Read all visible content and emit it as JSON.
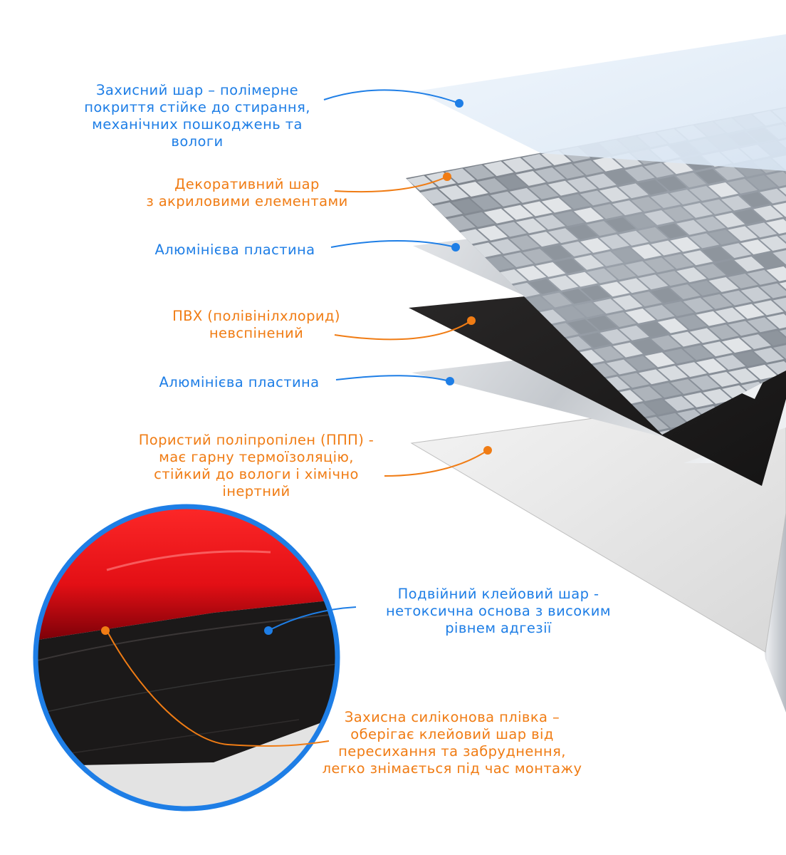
{
  "colors": {
    "blue": "#1e7ee6",
    "orange": "#f07c14",
    "adhesive_red": "#e8101a",
    "pvc_black": "#1c1a1a"
  },
  "layers": [
    {
      "id": "protective",
      "color": "blue",
      "text": "Захисний шар – полімерне\nпокриття стійке до стирання,\nмеханічних пошкоджень та\nвологи"
    },
    {
      "id": "decorative",
      "color": "orange",
      "text": "Декоративний шар\nз акриловими елементами"
    },
    {
      "id": "aluminium-top",
      "color": "blue",
      "text": "Алюмінієва пластина"
    },
    {
      "id": "pvc",
      "color": "orange",
      "text": "ПВХ (полівінілхлорид)\nневспінений"
    },
    {
      "id": "aluminium-bottom",
      "color": "blue",
      "text": "Алюмінієва пластина"
    },
    {
      "id": "polypropylene",
      "color": "orange",
      "text": "Пористий поліпропілен (ППП) -\nмає гарну термоїзоляцію,\nстійкий до вологи і хімічно\nінертний"
    },
    {
      "id": "adhesive",
      "color": "blue",
      "text": "Подвійний клейовий шар -\nнетоксична основа з високим\nрівнем адгезії"
    },
    {
      "id": "silicone-film",
      "color": "orange",
      "text": "Захисна силіконова плівка –\nоберігає клейовий шар від\nпересихання та забруднення,\nлегко знімається під час монтажу"
    }
  ]
}
